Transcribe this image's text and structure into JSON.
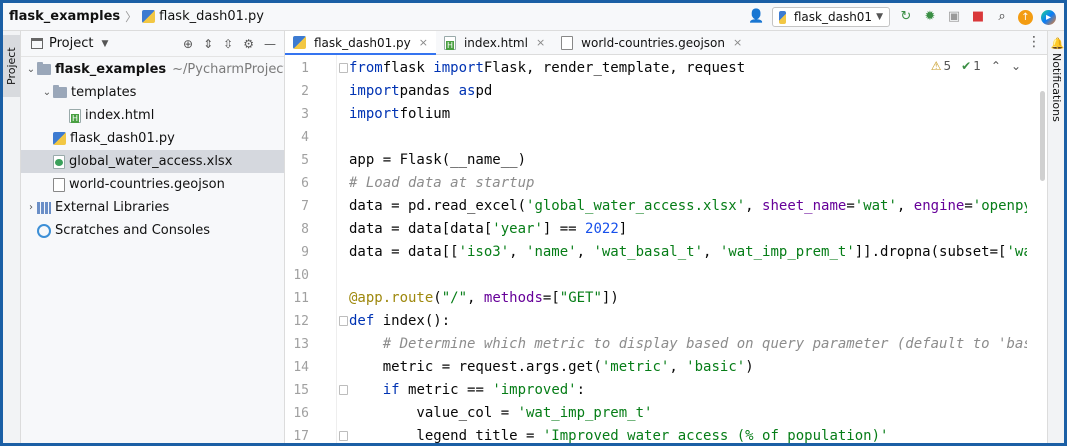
{
  "breadcrumb": {
    "project": "flask_examples",
    "file": "flask_dash01.py"
  },
  "toolbar": {
    "run_config": "flask_dash01",
    "icons": [
      "user-icon",
      "reload-icon",
      "debug-icon",
      "coverage-icon",
      "stop-icon",
      "search-icon",
      "update-icon",
      "jetbrains-icon"
    ]
  },
  "left_stripe": {
    "project_tab": "Project"
  },
  "right_stripe": {
    "notifications_tab": "Notifications"
  },
  "project_panel": {
    "title": "Project",
    "tree": [
      {
        "label": "flask_examples",
        "path": "~/PycharmProjects/f",
        "type": "folder",
        "depth": 0,
        "expanded": true,
        "bold": true
      },
      {
        "label": "templates",
        "type": "folder",
        "depth": 1,
        "expanded": true
      },
      {
        "label": "index.html",
        "type": "html",
        "depth": 2
      },
      {
        "label": "flask_dash01.py",
        "type": "py",
        "depth": 1
      },
      {
        "label": "global_water_access.xlsx",
        "type": "xlsx",
        "depth": 1,
        "selected": true
      },
      {
        "label": "world-countries.geojson",
        "type": "json",
        "depth": 1
      },
      {
        "label": "External Libraries",
        "type": "lib",
        "depth": 0,
        "expanded": false
      },
      {
        "label": "Scratches and Consoles",
        "type": "scratch",
        "depth": 0
      }
    ]
  },
  "editor": {
    "tabs": [
      {
        "label": "flask_dash01.py",
        "type": "py",
        "active": true
      },
      {
        "label": "index.html",
        "type": "html",
        "active": false
      },
      {
        "label": "world-countries.geojson",
        "type": "json",
        "active": false
      }
    ],
    "inspections": {
      "warnings": "5",
      "ok": "1"
    },
    "lines": [
      [
        [
          "kw",
          "from"
        ],
        [
          "",
          "flask "
        ],
        [
          "kw",
          "import"
        ],
        [
          "",
          "Flask, render_template, request"
        ]
      ],
      [
        [
          "kw",
          "import"
        ],
        [
          "",
          "pandas "
        ],
        [
          "kw",
          "as"
        ],
        [
          "",
          "pd"
        ]
      ],
      [
        [
          "kw",
          "import"
        ],
        [
          "",
          "folium"
        ]
      ],
      [],
      [
        [
          "",
          "app = Flask(__name__)"
        ]
      ],
      [
        [
          "cmt",
          "# Load data at startup"
        ]
      ],
      [
        [
          "",
          "data = pd.read_excel("
        ],
        [
          "str",
          "'global_water_access.xlsx'"
        ],
        [
          "",
          ", "
        ],
        [
          "param",
          "sheet_name"
        ],
        [
          "",
          "="
        ],
        [
          "str",
          "'wat'"
        ],
        [
          "",
          ", "
        ],
        [
          "param",
          "engine"
        ],
        [
          "",
          "="
        ],
        [
          "str",
          "'openpyxl'"
        ],
        [
          "",
          ")"
        ]
      ],
      [
        [
          "",
          "data = data[data["
        ],
        [
          "str",
          "'year'"
        ],
        [
          "",
          "] == "
        ],
        [
          "num",
          "2022"
        ],
        [
          "",
          "]"
        ]
      ],
      [
        [
          "",
          "data = data[["
        ],
        [
          "str",
          "'iso3'"
        ],
        [
          "",
          ", "
        ],
        [
          "str",
          "'name'"
        ],
        [
          "",
          ", "
        ],
        [
          "str",
          "'wat_basal_t'"
        ],
        [
          "",
          ", "
        ],
        [
          "str",
          "'wat_imp_prem_t'"
        ],
        [
          "",
          "]].dropna(subset=["
        ],
        [
          "str",
          "'wat_basa"
        ]
      ],
      [],
      [
        [
          "deco",
          "@app.route"
        ],
        [
          "",
          "("
        ],
        [
          "str",
          "\"/\""
        ],
        [
          "",
          ", "
        ],
        [
          "param",
          "methods"
        ],
        [
          "",
          "=["
        ],
        [
          "str",
          "\"GET\""
        ],
        [
          "",
          "])"
        ]
      ],
      [
        [
          "kw",
          "def "
        ],
        [
          "",
          "index():"
        ]
      ],
      [
        [
          "",
          "    "
        ],
        [
          "cmt",
          "# Determine which metric to display based on query parameter (default to 'basic')"
        ]
      ],
      [
        [
          "",
          "    metric = request.args.get("
        ],
        [
          "str",
          "'metric'"
        ],
        [
          "",
          ", "
        ],
        [
          "str",
          "'basic'"
        ],
        [
          "",
          ")"
        ]
      ],
      [
        [
          "",
          "    "
        ],
        [
          "kw",
          "if "
        ],
        [
          "",
          "metric == "
        ],
        [
          "str",
          "'improved'"
        ],
        [
          "",
          ":"
        ]
      ],
      [
        [
          "",
          "        value_col = "
        ],
        [
          "str",
          "'wat_imp_prem_t'"
        ]
      ],
      [
        [
          "",
          "        legend_title = "
        ],
        [
          "str",
          "'Improved water access (% of population)'"
        ]
      ]
    ],
    "folds": [
      1,
      12,
      15,
      17
    ]
  },
  "colors": {
    "keyword": "#0033b3",
    "string": "#067d17",
    "number": "#1750eb",
    "comment": "#8c8c8c",
    "decorator": "#9e880d",
    "param": "#660099",
    "accent": "#3574f0"
  }
}
